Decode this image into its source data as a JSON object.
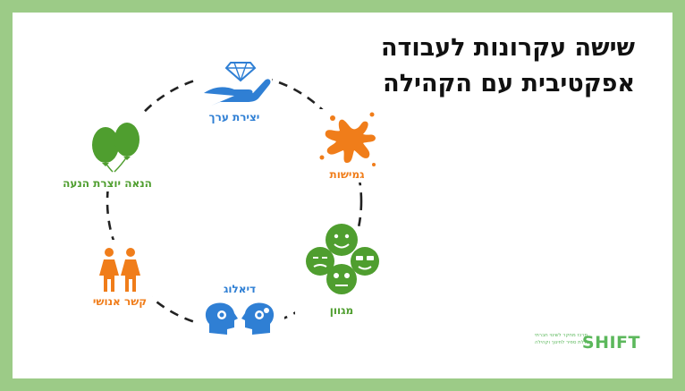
{
  "title": {
    "line1": "שישה עקרונות לעבודה",
    "line2": "אפקטיבית עם הקהילה"
  },
  "principles": [
    {
      "label": "יצירת ערך",
      "icon": "diamond-hand-icon",
      "color": "#2f7fd4"
    },
    {
      "label": "גמישות",
      "icon": "splash-icon",
      "color": "#f07d1a"
    },
    {
      "label": "מגוון",
      "icon": "faces-icon",
      "color": "#4f9e2f"
    },
    {
      "label": "דיאלוג",
      "icon": "thinking-heads-icon",
      "color": "#2f7fd4"
    },
    {
      "label": "קשר אנושי",
      "icon": "two-people-icon",
      "color": "#f07d1a"
    },
    {
      "label": "הנאה יוצרת הנעה",
      "icon": "balloons-icon",
      "color": "#4f9e2f"
    }
  ],
  "logo": {
    "name": "SHIFT",
    "tagline1": "מרכז מחקר לשינוי חברתי",
    "tagline2": "מכללת ספיר לחינוך וקהילה",
    "color": "#5cb85c"
  },
  "colors": {
    "frame": "#9ccb87",
    "background": "#ffffff",
    "circle": "#222222"
  }
}
